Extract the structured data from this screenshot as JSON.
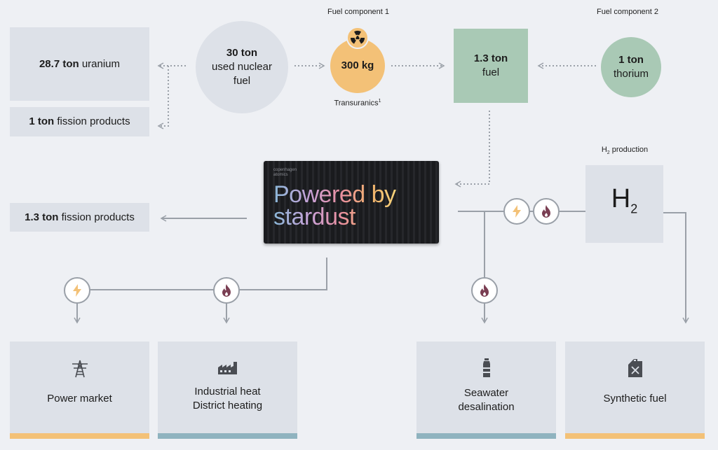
{
  "inputs": {
    "uranium": {
      "amount": "28.7 ton",
      "label": " uranium"
    },
    "fission_in": {
      "amount": "1 ton",
      "label": " fission products"
    },
    "used_fuel": {
      "amount": "30 ton",
      "line2": "used nuclear",
      "line3": "fuel"
    },
    "component1": {
      "caption": "Fuel component 1",
      "amount": "300 kg",
      "sub": "Transuranics",
      "sup": "1"
    },
    "fuel": {
      "amount": "1.3 ton",
      "label": "fuel"
    },
    "component2": {
      "caption": "Fuel component 2",
      "amount": "1 ton",
      "label": "thorium"
    }
  },
  "reactor": {
    "brand_line1": "copenhagen",
    "brand_line2": "atomics",
    "slogan_line1": "Powered by",
    "slogan_line2": "stardust"
  },
  "fission_out": {
    "amount": "1.3 ton",
    "label": " fission products"
  },
  "h2": {
    "caption_prefix": "H",
    "caption_sub": "2",
    "caption_suffix": " production",
    "symbol": "H",
    "symbol_sub": "2"
  },
  "outputs": [
    {
      "label_line1": "Power market",
      "label_line2": "",
      "icon": "pylon-icon",
      "bar_color": "#f3c177"
    },
    {
      "label_line1": "Industrial heat",
      "label_line2": "District heating",
      "icon": "factory-icon",
      "bar_color": "#8fb3bf"
    },
    {
      "label_line1": "Seawater",
      "label_line2": "desalination",
      "icon": "bottle-icon",
      "bar_color": "#8fb3bf"
    },
    {
      "label_line1": "Synthetic fuel",
      "label_line2": "",
      "icon": "jerrycan-icon",
      "bar_color": "#f3c177"
    }
  ],
  "colors": {
    "electricity": "#f3c177",
    "heat": "#7a3e52",
    "connector": "#9aa0a8"
  }
}
